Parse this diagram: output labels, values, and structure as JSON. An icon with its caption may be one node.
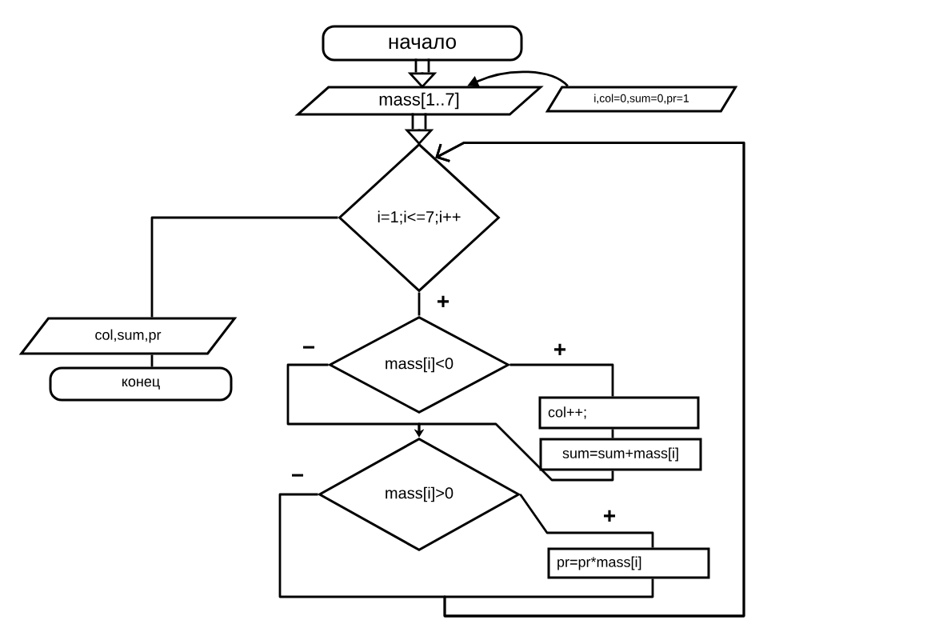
{
  "diagram": {
    "nodes": [
      {
        "text": [
          "начало"
        ]
      },
      {
        "text": [
          "mass[1..7]"
        ]
      },
      {
        "text": [
          "i,col=0,sum=0,pr=1"
        ]
      },
      {
        "text": [
          "i=1;i<=7;i++"
        ]
      },
      {
        "text": [
          "col,sum,pr"
        ]
      },
      {
        "text": [
          "конец"
        ]
      },
      {
        "text": [
          "mass[i]<0"
        ]
      },
      {
        "text": [
          "col++;"
        ]
      },
      {
        "text": [
          "sum=sum+mass[i]"
        ]
      },
      {
        "text": [
          "mass[i]>0"
        ]
      },
      {
        "text": [
          "pr=pr*mass[i]"
        ]
      }
    ],
    "edges": [
      {
        "from": 0,
        "to": 1,
        "arrow": "to"
      },
      {
        "from": 2,
        "to": 1,
        "arrow": "to"
      },
      {
        "from": 1,
        "to": 3,
        "arrow": "to"
      },
      {
        "from": 3,
        "to": 4,
        "arrow": "none"
      },
      {
        "from": 4,
        "to": 5,
        "arrow": "none"
      },
      {
        "from": 3,
        "to": 6,
        "arrow": "none",
        "label": "+"
      },
      {
        "from": 6,
        "to": 7,
        "arrow": "none",
        "label": "+"
      },
      {
        "from": 7,
        "to": 8,
        "arrow": "none"
      },
      {
        "from": 6,
        "to": 9,
        "arrow": "to",
        "label": "−"
      },
      {
        "from": 8,
        "to": 9,
        "arrow": "to"
      },
      {
        "from": 9,
        "to": 10,
        "arrow": "none",
        "label": "+"
      },
      {
        "from": 9,
        "to": 3,
        "arrow": "to",
        "label": "−"
      },
      {
        "from": 10,
        "to": 3,
        "arrow": "to"
      }
    ]
  }
}
